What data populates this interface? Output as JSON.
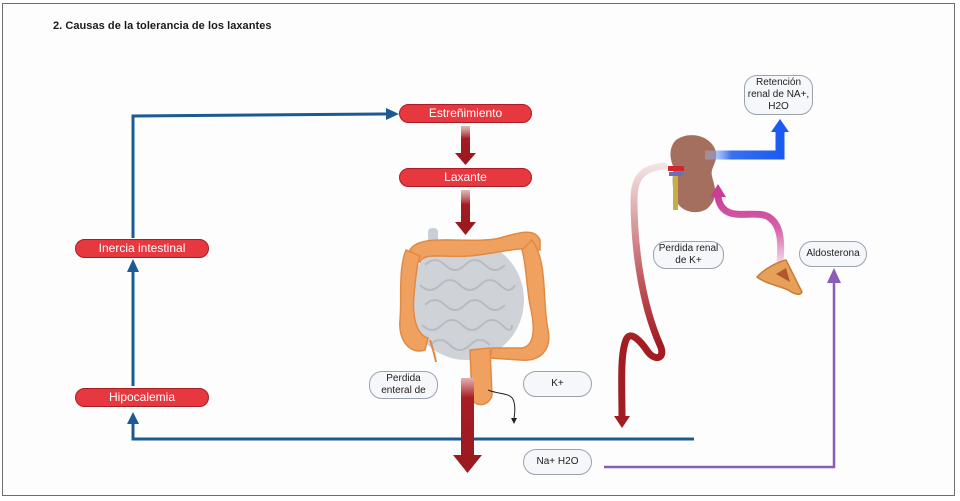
{
  "title": "2. Causas de la tolerancia de los laxantes",
  "nodes": {
    "estrenimiento": "Estreñimiento",
    "laxante": "Laxante",
    "inercia": "Inercia intestinal",
    "hipocalemia": "Hipocalemia",
    "retencion": "Retención renal de NA+, H2O",
    "perdida_renal": "Perdida renal de K+",
    "aldosterona": "Aldosterona",
    "perdida_enteral": "Perdida enteral de",
    "k_plus": "K+",
    "na_h2o": "Na+ H2O"
  },
  "colors": {
    "red_node": "#e7373f",
    "blue_arrow": "#1c5a93",
    "dark_red_arrow": "#a31c22",
    "purple_arrow": "#8a5db8",
    "magenta_arrow": "#d0449a",
    "bright_blue_arrow": "#1a5cf2"
  }
}
